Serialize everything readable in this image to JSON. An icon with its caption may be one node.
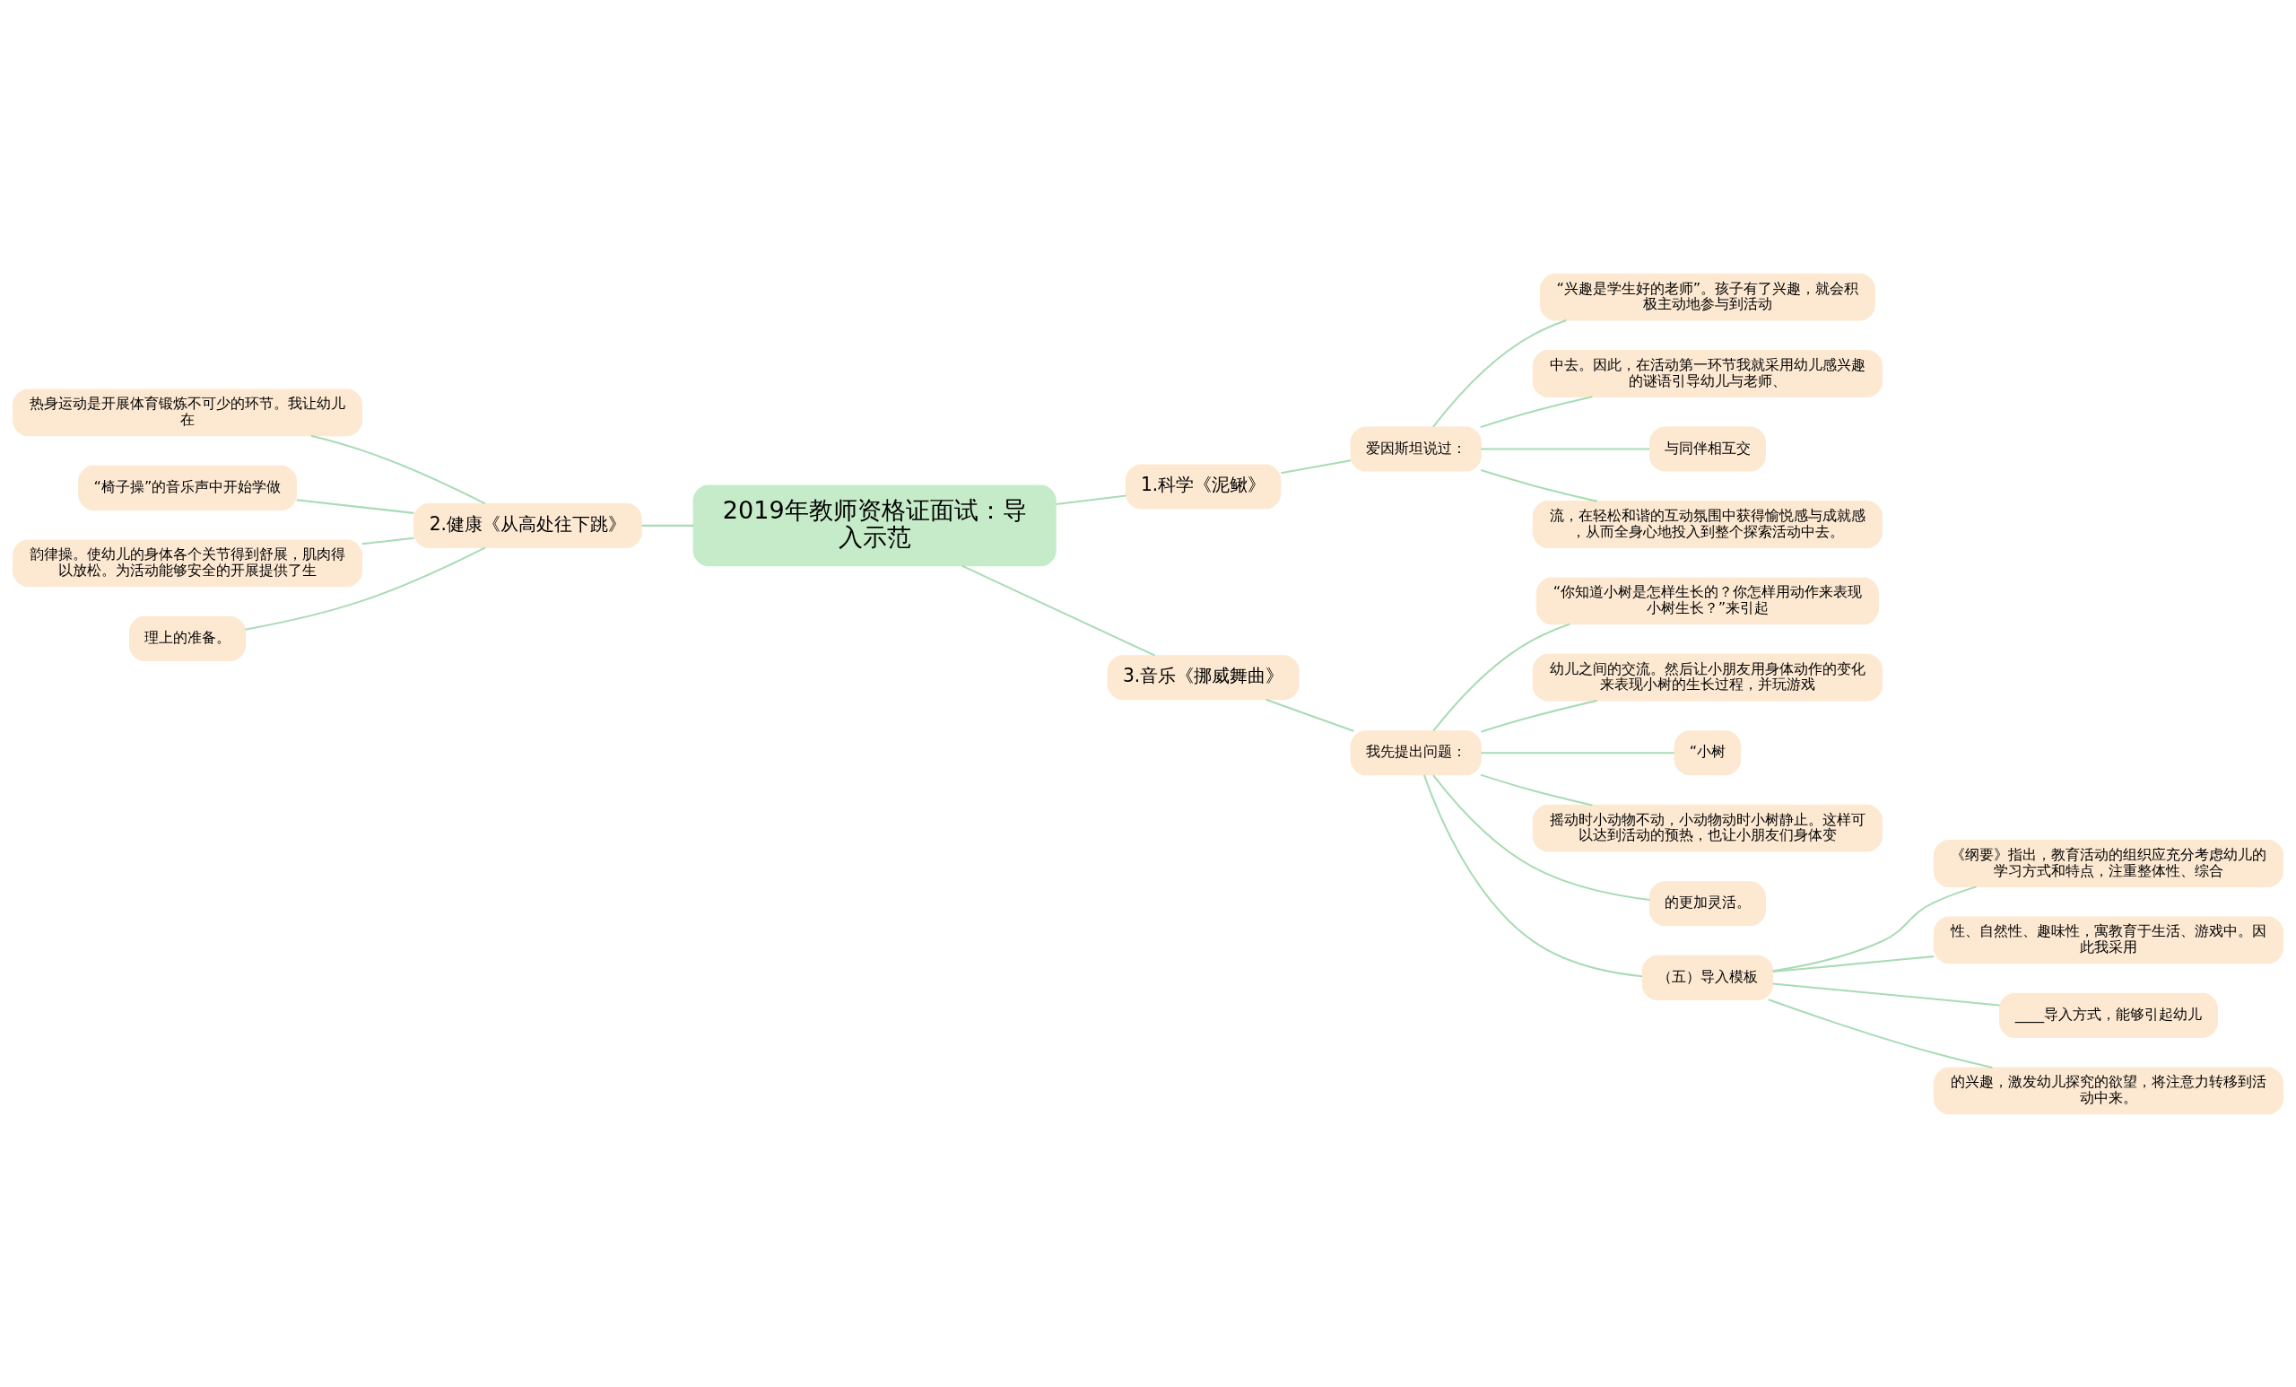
{
  "diagram": {
    "nodes": [
      {
        "text": [
          "2019年教师资格证面试：导入示范"
        ]
      },
      {
        "text": [
          "1.科学《泥鳅》"
        ]
      },
      {
        "text": [
          "爱因斯坦说过："
        ]
      },
      {
        "text": [
          "“兴趣是学生好的老师”。孩子有了兴趣，就会积极主动地参与到活动"
        ]
      },
      {
        "text": [
          "中去。因此，在活动第一环节我就采用幼儿感兴趣的谜语引导幼儿与老师、"
        ]
      },
      {
        "text": [
          "与同伴相互交"
        ]
      },
      {
        "text": [
          "流，在轻松和谐的互动氛围中获得愉悦感与成就感，从而全身心地投入到整个探索活动中去。"
        ]
      },
      {
        "text": [
          "2.健康《从高处往下跳》"
        ]
      },
      {
        "text": [
          "热身运动是开展体育锻炼不可少的环节。我让幼儿在"
        ]
      },
      {
        "text": [
          "“椅子操”的音乐声中开始学做"
        ]
      },
      {
        "text": [
          "韵律操。使幼儿的身体各个关节得到舒展，肌肉得以放松。为活动能够安全的开展提供了生"
        ]
      },
      {
        "text": [
          "理上的准备。"
        ]
      },
      {
        "text": [
          "3.音乐《挪威舞曲》"
        ]
      },
      {
        "text": [
          "我先提出问题："
        ]
      },
      {
        "text": [
          "“你知道小树是怎样生长的？你怎样用动作来表现小树生长？”来引起"
        ]
      },
      {
        "text": [
          "幼儿之间的交流。然后让小朋友用身体动作的变化来表现小树的生长过程，并玩游戏"
        ]
      },
      {
        "text": [
          "“小树"
        ]
      },
      {
        "text": [
          "摇动时小动物不动，小动物动时小树静止。这样可以达到活动的预热，也让小朋友们身体变"
        ]
      },
      {
        "text": [
          "的更加灵活。"
        ]
      },
      {
        "text": [
          "（五）导入模板"
        ]
      },
      {
        "text": [
          "《纲要》指出，教育活动的组织应充分考虑幼儿的学习方式和特点，注重整体性、综合"
        ]
      },
      {
        "text": [
          "性、自然性、趣味性，寓教育于生活、游戏中。因此我采用"
        ]
      },
      {
        "text": [
          "____导入方式，能够引起幼儿"
        ]
      },
      {
        "text": [
          "的兴趣，激发幼儿探究的欲望，将注意力转移到活动中来。"
        ]
      }
    ],
    "edges": [
      {
        "from": 0,
        "to": 1,
        "arrow": "none"
      },
      {
        "from": 1,
        "to": 2,
        "arrow": "none"
      },
      {
        "from": 2,
        "to": 3,
        "arrow": "none"
      },
      {
        "from": 2,
        "to": 4,
        "arrow": "none"
      },
      {
        "from": 2,
        "to": 5,
        "arrow": "none"
      },
      {
        "from": 2,
        "to": 6,
        "arrow": "none"
      },
      {
        "from": 0,
        "to": 7,
        "arrow": "none"
      },
      {
        "from": 7,
        "to": 8,
        "arrow": "none"
      },
      {
        "from": 7,
        "to": 9,
        "arrow": "none"
      },
      {
        "from": 7,
        "to": 10,
        "arrow": "none"
      },
      {
        "from": 7,
        "to": 11,
        "arrow": "none"
      },
      {
        "from": 0,
        "to": 12,
        "arrow": "none"
      },
      {
        "from": 12,
        "to": 13,
        "arrow": "none"
      },
      {
        "from": 13,
        "to": 14,
        "arrow": "none"
      },
      {
        "from": 13,
        "to": 15,
        "arrow": "none"
      },
      {
        "from": 13,
        "to": 16,
        "arrow": "none"
      },
      {
        "from": 13,
        "to": 17,
        "arrow": "none"
      },
      {
        "from": 13,
        "to": 18,
        "arrow": "none"
      },
      {
        "from": 13,
        "to": 19,
        "arrow": "none"
      },
      {
        "from": 19,
        "to": 20,
        "arrow": "none"
      },
      {
        "from": 19,
        "to": 21,
        "arrow": "none"
      },
      {
        "from": 19,
        "to": 22,
        "arrow": "none"
      },
      {
        "from": 19,
        "to": 23,
        "arrow": "none"
      }
    ]
  }
}
